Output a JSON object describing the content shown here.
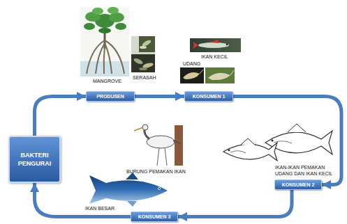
{
  "diagram": {
    "nodes": [
      {
        "text": [
          "PRODUSEN"
        ]
      },
      {
        "text": [
          "KONSUMEN 1"
        ]
      },
      {
        "text": [
          "KONSUMEN 2"
        ]
      },
      {
        "text": [
          "KONSUMEN 3"
        ]
      },
      {
        "text": [
          "BAKTERI PENGURAI"
        ]
      }
    ],
    "edges": [
      {
        "from": 0,
        "to": 1,
        "arrow": "to"
      },
      {
        "from": 1,
        "to": 2,
        "arrow": "to"
      },
      {
        "from": 2,
        "to": 3,
        "arrow": "to"
      },
      {
        "from": 3,
        "to": 4,
        "arrow": "to"
      },
      {
        "from": 4,
        "to": 0,
        "arrow": "to"
      }
    ],
    "labels": [
      "MANGROVE",
      "SERASAH",
      "IKAN KECIL",
      "UDANG",
      "IKAN-IKAN PEMAKAN UDANG DAN IKAN KECIL",
      "BURUNG PEMAKAN IKAN",
      "IKAN BESAR"
    ]
  }
}
